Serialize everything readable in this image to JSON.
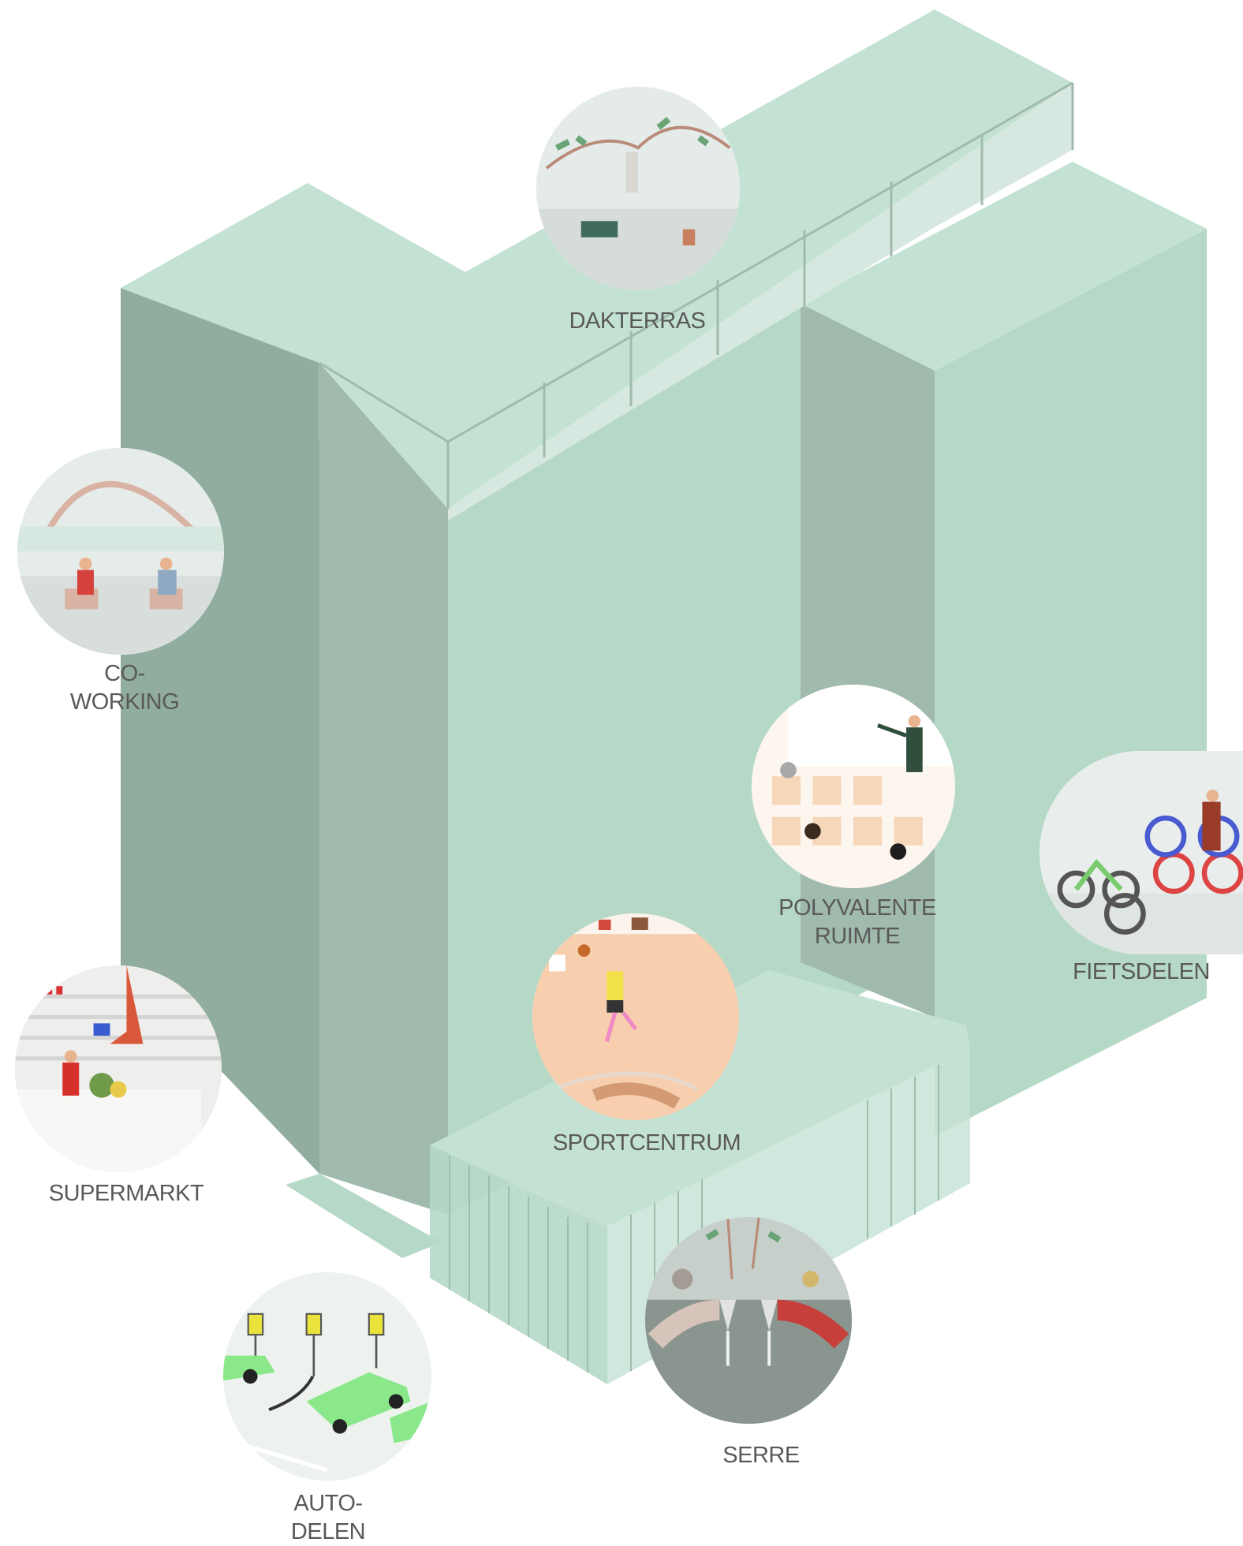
{
  "colors": {
    "background": "#ffffff",
    "roof": "#c4e2d4",
    "facade_light": "#b5d8c7",
    "facade_dark": "#91ad9f",
    "facade_mid": "#a0baad",
    "label": "#595959"
  },
  "features": [
    {
      "id": "dakterras",
      "label": "DAKTERRAS",
      "icon": "rooftop-terrace-scene"
    },
    {
      "id": "co-working",
      "label": "CO-WORKING",
      "icon": "coworking-scene"
    },
    {
      "id": "polyvalente-ruimte",
      "label": "POLYVALENTE\nRUIMTE",
      "icon": "presentation-scene"
    },
    {
      "id": "fietsdelen",
      "label": "FIETSDELEN",
      "icon": "bicycles-scene"
    },
    {
      "id": "sportcentrum",
      "label": "SPORTCENTRUM",
      "icon": "basketball-scene"
    },
    {
      "id": "supermarkt",
      "label": "SUPERMARKT",
      "icon": "grocery-scene"
    },
    {
      "id": "serre",
      "label": "SERRE",
      "icon": "toast-scene"
    },
    {
      "id": "auto-delen",
      "label": "AUTO-DELEN",
      "icon": "ev-charging-scene"
    }
  ]
}
